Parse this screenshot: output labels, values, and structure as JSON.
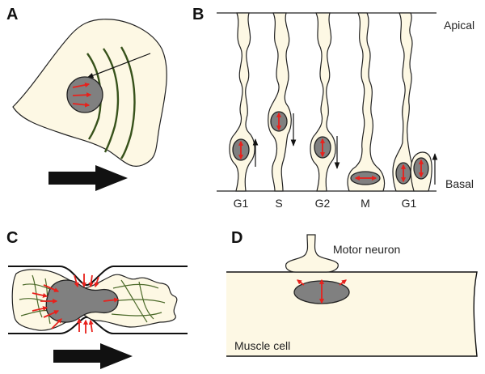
{
  "figure": {
    "panels": {
      "A": {
        "label": "A"
      },
      "B": {
        "label": "B",
        "top_label": "Apical",
        "bottom_label": "Basal",
        "phases": [
          "G1",
          "S",
          "G2",
          "M",
          "G1"
        ]
      },
      "C": {
        "label": "C"
      },
      "D": {
        "label": "D",
        "neuron_label": "Motor neuron",
        "muscle_label": "Muscle cell"
      }
    },
    "colors": {
      "cytoplasm": "#fdf8e4",
      "nucleus": "#808080",
      "force_arrows": "#e8211c",
      "microtubules": "#37521b"
    }
  }
}
